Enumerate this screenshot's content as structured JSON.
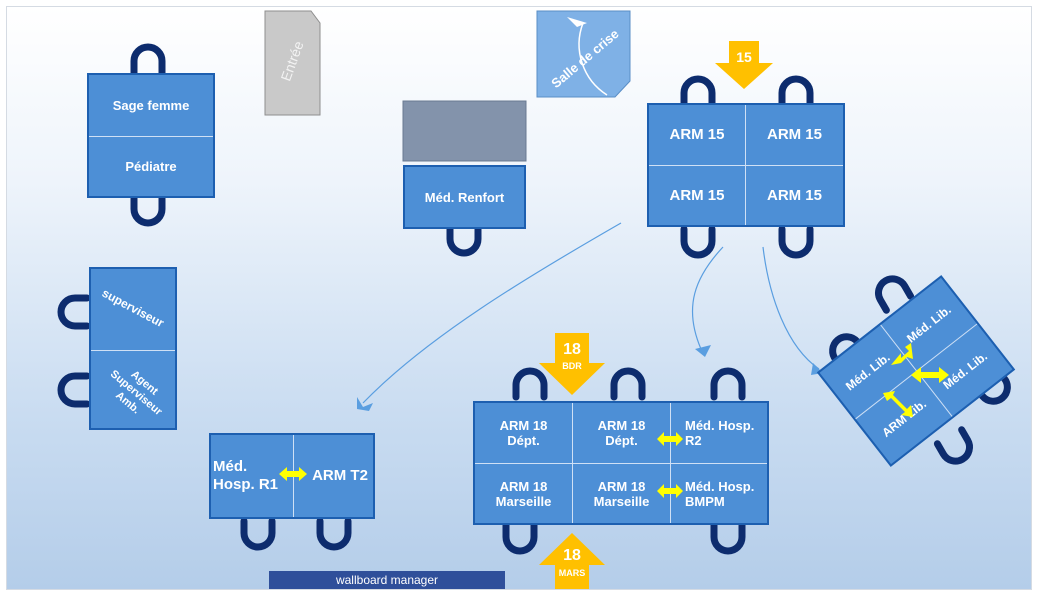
{
  "rooms": {
    "entree": "Entrée",
    "salle_crise": "Salle de crise"
  },
  "desks": {
    "sage_femme": "Sage femme",
    "pediatre": "Pédiatre",
    "med_renfort": "Méd. Renfort",
    "superviseur": "superviseur",
    "agent_superviseur": "Agent Superviseur Amb.",
    "arm15": [
      "ARM 15",
      "ARM 15",
      "ARM 15",
      "ARM 15"
    ],
    "med_hosp_r1": "Méd. Hosp. R1",
    "arm_t2": "ARM T2",
    "arm18_dept_1": "ARM 18 Dépt.",
    "arm18_dept_2": "ARM 18 Dépt.",
    "med_hosp_r2": "Méd. Hosp. R2",
    "arm18_marseille_1": "ARM 18 Marseille",
    "arm18_marseille_2": "ARM 18 Marseille",
    "med_hosp_bmpm": "Méd. Hosp. BMPM",
    "lib": [
      "Méd. Lib.",
      "ARM Lib.",
      "Méd. Lib.",
      "Méd. Lib."
    ]
  },
  "arrows": {
    "a15": "15",
    "a18_bdr_num": "18",
    "a18_bdr_sub": "BDR",
    "a18_mars_num": "18",
    "a18_mars_sub": "MARS"
  },
  "footer": {
    "wallboard": "wallboard manager"
  },
  "colors": {
    "desk": "#4d8fd6",
    "desk_border": "#1d5fb0",
    "chair": "#0d2c6e",
    "arrow": "#ffc000",
    "exchange": "#ffff00",
    "wallboard": "#2f4f9a"
  }
}
